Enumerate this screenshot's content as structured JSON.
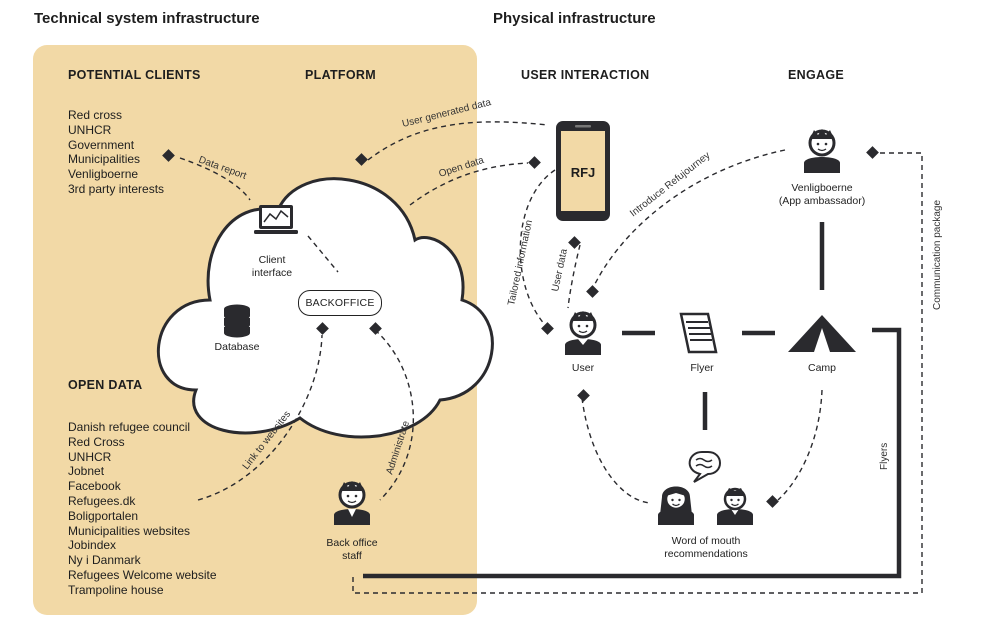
{
  "sections": {
    "technical_title": "Technical system infrastructure",
    "physical_title": "Physical infrastructure"
  },
  "headings": {
    "potential_clients": "POTENTIAL CLIENTS",
    "platform": "PLATFORM",
    "user_interaction": "USER INTERACTION",
    "engage": "ENGAGE",
    "open_data": "OPEN DATA"
  },
  "potential_clients": [
    "Red cross",
    "UNHCR",
    "Government",
    "Municipalities",
    "Venligboerne",
    "3rd party interests"
  ],
  "open_data_sources": [
    "Danish refugee council",
    "Red Cross",
    "UNHCR",
    "Jobnet",
    "Facebook",
    "Refugees.dk",
    "Boligportalen",
    "Municipalities websites",
    "Jobindex",
    "Ny i Danmark",
    "Refugees Welcome website",
    "Trampoline house"
  ],
  "nodes": {
    "client_interface": "Client\ninterface",
    "backoffice": "BACKOFFICE",
    "database": "Database",
    "back_office_staff": "Back office\nstaff",
    "rfj": "RFJ",
    "venligboerne": "Venligboerne\n(App ambassador)",
    "user": "User",
    "flyer": "Flyer",
    "camp": "Camp",
    "word_of_mouth": "Word of mouth\nrecommendations"
  },
  "edges": {
    "data_report": "Data report",
    "user_generated_data": "User generated data",
    "open_data": "Open data",
    "tailored_information": "Tailored information",
    "user_data": "User data",
    "introduce_refujourney": "Introduce Refujourney",
    "communication_package": "Communication package",
    "link_to_websites": "Link to websites",
    "administrate": "Administrate",
    "flyers": "Flyers"
  },
  "colors": {
    "panel": "#f2d9a6",
    "ink": "#2a2a2e"
  }
}
